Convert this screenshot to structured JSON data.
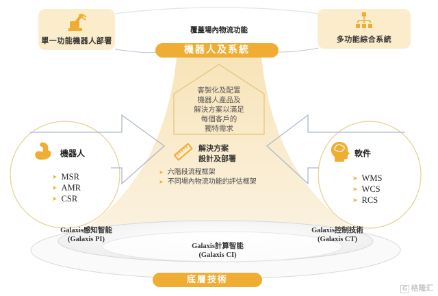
{
  "top": {
    "left_box": {
      "label": "單一功能機器人部署",
      "icon": "robot-arm-icon"
    },
    "center_caption": "覆蓋場內物流功能",
    "right_box": {
      "label": "多功能綜合系統",
      "icon": "hierarchy-icon"
    },
    "pill_label": "機器人及系統"
  },
  "center": {
    "house_text": [
      "客製化及配置",
      "機器人產品及",
      "解決方案以滿足",
      "每個客戶的",
      "獨特需求"
    ],
    "solution": {
      "title_line1": "解決方案",
      "title_line2": "設計及部署",
      "icon": "ruler-icon"
    },
    "bullets": [
      "六階段流程框架",
      "不同場內物流功能的評估框架"
    ]
  },
  "left_circle": {
    "title": "機器人",
    "icon": "flexed-arm-icon",
    "items": [
      "MSR",
      "AMR",
      "CSR"
    ]
  },
  "right_circle": {
    "title": "軟件",
    "icon": "brain-head-icon",
    "items": [
      "WMS",
      "WCS",
      "RCS"
    ]
  },
  "bottom": {
    "pi": {
      "line1": "Galaxis感知智能",
      "line2": "(Galaxis PI)"
    },
    "ci": {
      "line1": "Galaxis計算智能",
      "line2": "(Galaxis CI)"
    },
    "ct": {
      "line1": "Galaxis控制技術",
      "line2": "(Galaxis CT)"
    },
    "pill_label": "底層技術"
  },
  "watermark": "格隆汇",
  "colors": {
    "accent": "#f0ad33",
    "box_fill": "#fbeccb",
    "beam": "#f7e7c6",
    "arrow_stroke": "#a9b8cf",
    "circle_stroke": "#e6d39a"
  }
}
